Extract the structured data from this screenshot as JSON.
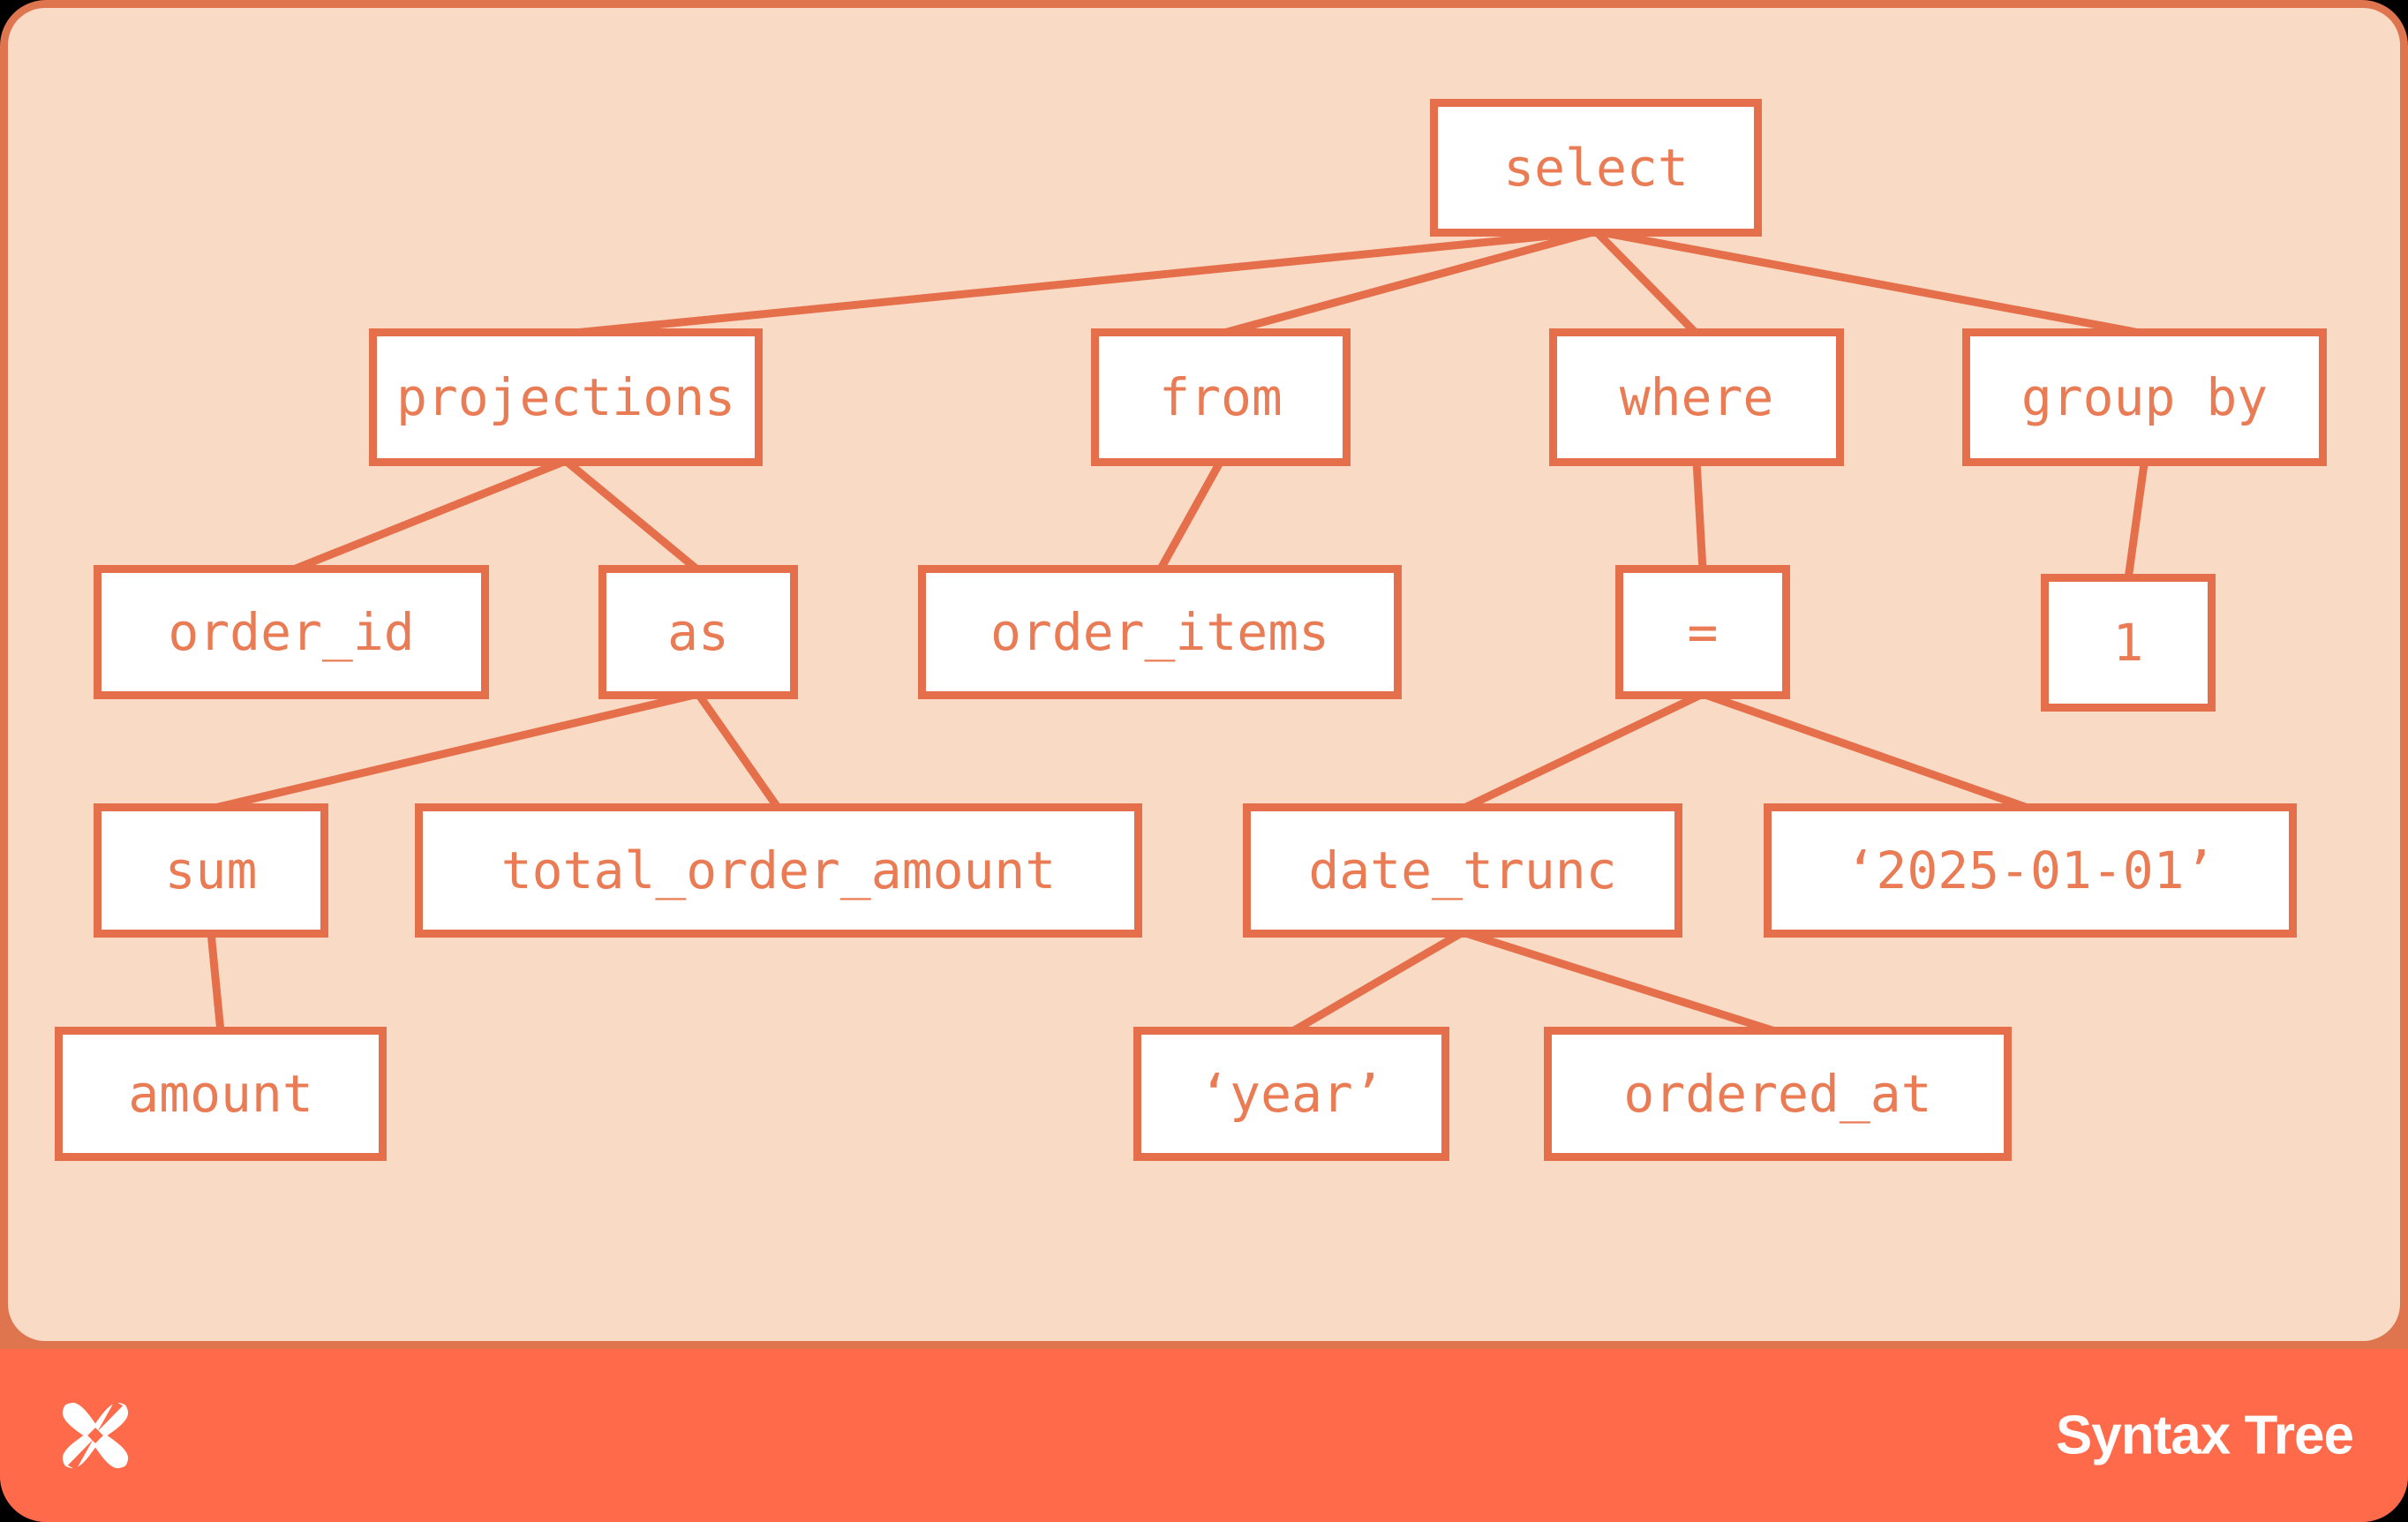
{
  "footer": {
    "title": "Syntax Tree",
    "logo": "dbt-star-logo"
  },
  "colors": {
    "background": "#000000",
    "card_border": "#DE754F",
    "canvas": "#F8DAC5",
    "footer_bar": "#FF6A4A",
    "node_fill": "#FFFFFF",
    "node_border": "#E56F4A",
    "node_text": "#E97C55",
    "edge": "#E56F4A",
    "footer_text": "#FFFFFF"
  },
  "tree": {
    "nodes": [
      {
        "id": "select",
        "label": "select"
      },
      {
        "id": "projections",
        "label": "projections"
      },
      {
        "id": "from",
        "label": "from"
      },
      {
        "id": "where",
        "label": "where"
      },
      {
        "id": "group_by",
        "label": "group by"
      },
      {
        "id": "order_id",
        "label": "order_id"
      },
      {
        "id": "as",
        "label": "as"
      },
      {
        "id": "order_items",
        "label": "order_items"
      },
      {
        "id": "eq",
        "label": "="
      },
      {
        "id": "one",
        "label": "1"
      },
      {
        "id": "sum",
        "label": "sum"
      },
      {
        "id": "total_order_amount",
        "label": "total_order_amount"
      },
      {
        "id": "date_trunc",
        "label": "date_trunc"
      },
      {
        "id": "date_literal",
        "label": "‘2025-01-01’"
      },
      {
        "id": "amount",
        "label": "amount"
      },
      {
        "id": "year_literal",
        "label": "‘year’"
      },
      {
        "id": "ordered_at",
        "label": "ordered_at"
      }
    ],
    "edges": [
      [
        "select",
        "projections"
      ],
      [
        "select",
        "from"
      ],
      [
        "select",
        "where"
      ],
      [
        "select",
        "group_by"
      ],
      [
        "projections",
        "order_id"
      ],
      [
        "projections",
        "as"
      ],
      [
        "from",
        "order_items"
      ],
      [
        "where",
        "eq"
      ],
      [
        "group_by",
        "one"
      ],
      [
        "as",
        "sum"
      ],
      [
        "as",
        "total_order_amount"
      ],
      [
        "sum",
        "amount"
      ],
      [
        "eq",
        "date_trunc"
      ],
      [
        "eq",
        "date_literal"
      ],
      [
        "date_trunc",
        "year_literal"
      ],
      [
        "date_trunc",
        "ordered_at"
      ]
    ]
  }
}
